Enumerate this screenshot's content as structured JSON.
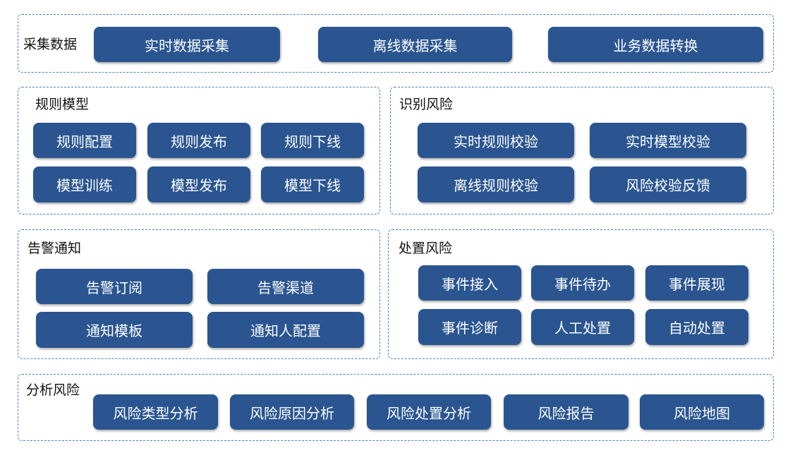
{
  "collect": {
    "title": "采集数据",
    "items": [
      "实时数据采集",
      "离线数据采集",
      "业务数据转换"
    ]
  },
  "rules": {
    "title": "规则模型",
    "items": [
      "规则配置",
      "规则发布",
      "规则下线",
      "模型训练",
      "模型发布",
      "模型下线"
    ]
  },
  "identify": {
    "title": "识别风险",
    "items": [
      "实时规则校验",
      "实时模型校验",
      "离线规则校验",
      "风险校验反馈"
    ]
  },
  "alert": {
    "title": "告警通知",
    "items": [
      "告警订阅",
      "告警渠道",
      "通知模板",
      "通知人配置"
    ]
  },
  "handle": {
    "title": "处置风险",
    "items": [
      "事件接入",
      "事件待办",
      "事件展现",
      "事件诊断",
      "人工处置",
      "自动处置"
    ]
  },
  "analyze": {
    "title": "分析风险",
    "items": [
      "风险类型分析",
      "风险原因分析",
      "风险处置分析",
      "风险报告",
      "风险地图"
    ]
  },
  "colors": {
    "button_fill": "#2a5590",
    "panel_border": "#4a80b8"
  }
}
